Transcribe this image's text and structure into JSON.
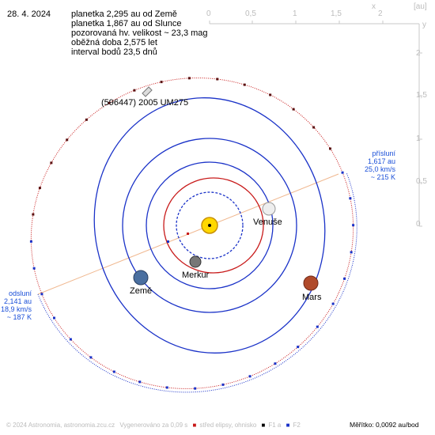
{
  "date": "28. 4. 2024",
  "info_lines": [
    "planetka 2,295 au od Země",
    "planetka 1,867 au od Slunce",
    "pozorovaná hv. velikost ~ 23,3 mag",
    "oběžná doba 2,575 let",
    "interval bodů 23,5 dnů"
  ],
  "object_name": "(596447) 2005 UM275",
  "perihelion": {
    "title": "přísluní",
    "distance": "1,617 au",
    "speed": "25,0 km/s",
    "temp": "~ 215 K"
  },
  "aphelion": {
    "title": "odsluní",
    "distance": "2,141 au",
    "speed": "18,9 km/s",
    "temp": "~ 187 K"
  },
  "planets": {
    "mercury": "Merkur",
    "venus": "Venuše",
    "earth": "Země",
    "mars": "Mars"
  },
  "axis": {
    "x_ticks": [
      "0",
      "0,5",
      "1",
      "1,5",
      "2"
    ],
    "x_label": "x",
    "unit_label": "[au]",
    "y_ticks": [
      "2",
      "1,5",
      "1",
      "0,5",
      "0"
    ],
    "y_label": "y"
  },
  "footer": {
    "copyright": "© 2024 Astronomia, astronomia.zcu.cz",
    "generated": "Vygenerováno za 0,09 s",
    "legend_center": "střed elipsy, ohnisko",
    "legend_f1": "F1 a",
    "legend_f2": "F2",
    "scale": "Měřítko: 0,0092 au/bod"
  },
  "colors": {
    "orbit_blue": "#1a32c8",
    "orbit_red": "#c81a1a",
    "apsides_line": "#f0b890",
    "label_blue": "#1a4fd8",
    "axis_gray": "#c8c8c8"
  }
}
